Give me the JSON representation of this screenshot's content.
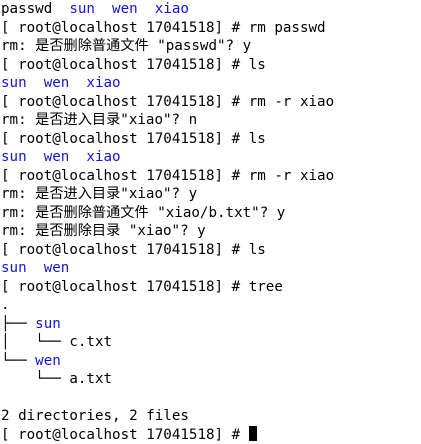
{
  "terminal": {
    "lines": [
      {
        "segments": [
          {
            "text": "passwd  "
          },
          {
            "text": "sun  wen  xiao",
            "dir": true
          }
        ]
      },
      {
        "segments": [
          {
            "text": "[ root@localhost 17041518] # rm passwd"
          }
        ]
      },
      {
        "segments": [
          {
            "text": "rm: 是否删除普通文件 \"passwd\"? y"
          }
        ]
      },
      {
        "segments": [
          {
            "text": "[ root@localhost 17041518] # ls"
          }
        ]
      },
      {
        "segments": [
          {
            "text": "sun  wen  xiao",
            "dir": true
          }
        ]
      },
      {
        "segments": [
          {
            "text": "[ root@localhost 17041518] # rm -r xiao"
          }
        ]
      },
      {
        "segments": [
          {
            "text": "rm: 是否进入目录\"xiao\"? n"
          }
        ]
      },
      {
        "segments": [
          {
            "text": "[ root@localhost 17041518] # ls"
          }
        ]
      },
      {
        "segments": [
          {
            "text": "sun  wen  xiao",
            "dir": true
          }
        ]
      },
      {
        "segments": [
          {
            "text": "[ root@localhost 17041518] # rm -r xiao"
          }
        ]
      },
      {
        "segments": [
          {
            "text": "rm: 是否进入目录\"xiao\"? y"
          }
        ]
      },
      {
        "segments": [
          {
            "text": "rm: 是否删除普通文件 \"xiao/b.txt\"? y"
          }
        ]
      },
      {
        "segments": [
          {
            "text": "rm: 是否删除目录 \"xiao\"? y"
          }
        ]
      },
      {
        "segments": [
          {
            "text": "[ root@localhost 17041518] # ls"
          }
        ]
      },
      {
        "segments": [
          {
            "text": "sun  wen",
            "dir": true
          }
        ]
      },
      {
        "segments": [
          {
            "text": "[ root@localhost 17041518] # tree"
          }
        ]
      },
      {
        "segments": [
          {
            "text": "."
          }
        ]
      },
      {
        "segments": [
          {
            "text": "├── "
          },
          {
            "text": "sun",
            "dir": true
          }
        ]
      },
      {
        "segments": [
          {
            "text": "│   └── c.txt"
          }
        ]
      },
      {
        "segments": [
          {
            "text": "└── "
          },
          {
            "text": "wen",
            "dir": true
          }
        ]
      },
      {
        "segments": [
          {
            "text": "    └── a.txt"
          }
        ]
      },
      {
        "segments": [
          {
            "text": ""
          }
        ]
      },
      {
        "segments": [
          {
            "text": "2 directories, 2 files"
          }
        ]
      },
      {
        "segments": [
          {
            "text": "[ root@localhost 17041518] # "
          }
        ],
        "cursor": true
      }
    ]
  },
  "colors": {
    "text": "#000000",
    "directory": "#1414d2",
    "background": "#ffffff"
  }
}
